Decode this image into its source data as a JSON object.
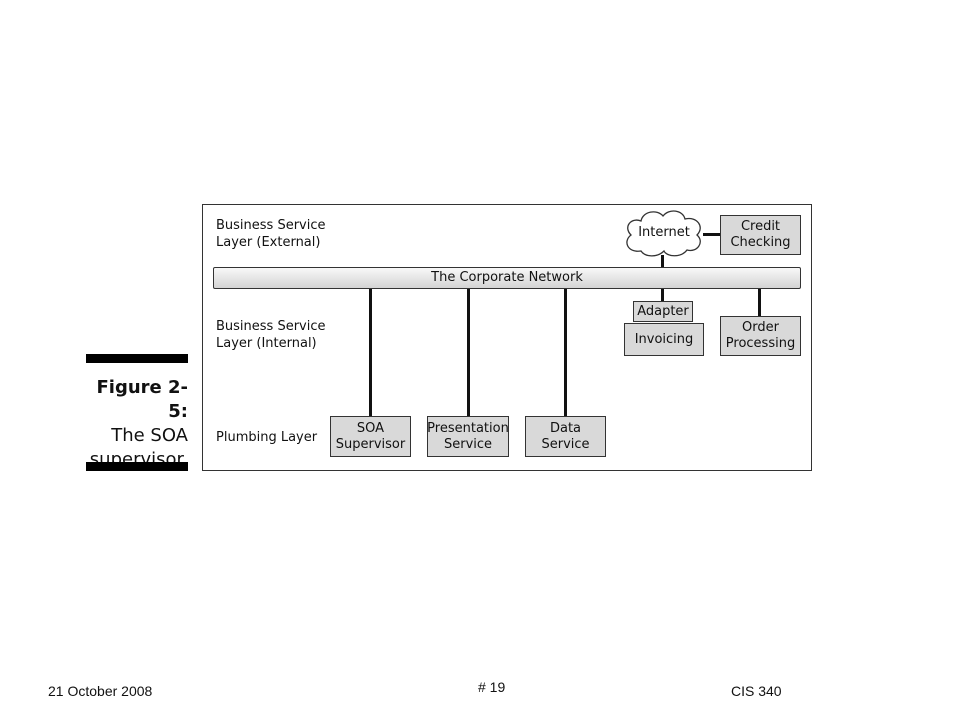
{
  "caption": {
    "label": "Figure 2-5:",
    "title": "The SOA\nsupervisor."
  },
  "diagram": {
    "layers": {
      "external": "Business Service\nLayer (External)",
      "internal": "Business Service\nLayer (Internal)",
      "plumbing": "Plumbing Layer"
    },
    "network": "The Corporate Network",
    "internet": "Internet",
    "credit_checking": "Credit\nChecking",
    "adapter": "Adapter",
    "invoicing": "Invoicing",
    "order_processing": "Order\nProcessing",
    "soa_supervisor": "SOA\nSupervisor",
    "presentation_service": "Presentation\nService",
    "data_service": "Data\nService"
  },
  "footer": {
    "date": "21 October 2008",
    "page": "# 19",
    "course": "CIS 340"
  }
}
